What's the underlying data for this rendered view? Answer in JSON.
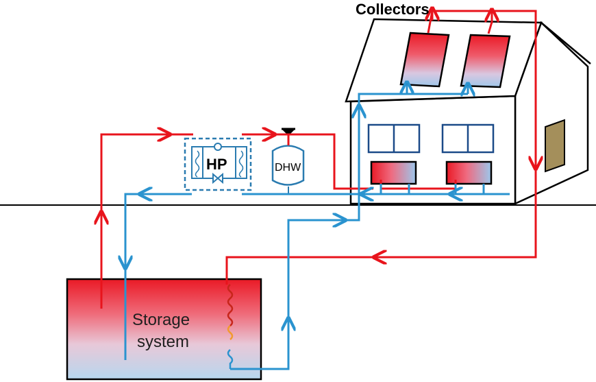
{
  "labels": {
    "collectors": "Collectors",
    "heat_pump": "HP",
    "dhw": "DHW",
    "storage_line1": "Storage",
    "storage_line2": "system"
  },
  "colors": {
    "hot": "#e8141c",
    "cold": "#2a93cf",
    "heat_pump_box": "#2a7bb0",
    "outline": "#000000",
    "door": "#a48f5b"
  }
}
